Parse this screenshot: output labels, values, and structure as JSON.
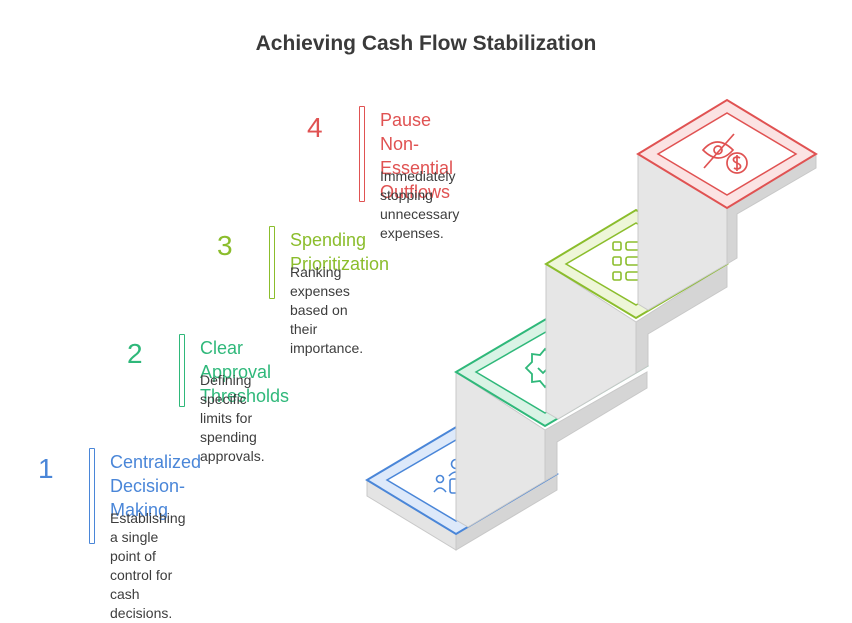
{
  "title": "Achieving Cash Flow Stabilization",
  "steps": [
    {
      "number": "1",
      "title": "Centralized Decision-Making",
      "title_lines": [
        "Centralized Decision-",
        "Making"
      ],
      "description_lines": [
        "Establishing a single point of",
        "control for cash decisions."
      ],
      "color": "#4a86d8",
      "icon": "meeting-table-icon"
    },
    {
      "number": "2",
      "title": "Clear Approval Thresholds",
      "title_lines": [
        "Clear Approval Thresholds"
      ],
      "description_lines": [
        "Defining specific limits for",
        "spending approvals."
      ],
      "color": "#2fb87a",
      "icon": "check-badge-icon"
    },
    {
      "number": "3",
      "title": "Spending Prioritization",
      "title_lines": [
        "Spending Prioritization"
      ],
      "description_lines": [
        "Ranking expenses based on their",
        "importance."
      ],
      "color": "#8bbd2c",
      "icon": "checklist-icon"
    },
    {
      "number": "4",
      "title": "Pause Non-Essential Outflows",
      "title_lines": [
        "Pause Non-Essential",
        "Outflows"
      ],
      "description_lines": [
        "Immediately stopping unnecessary",
        "expenses."
      ],
      "color": "#e05252",
      "icon": "hidden-money-icon"
    }
  ]
}
